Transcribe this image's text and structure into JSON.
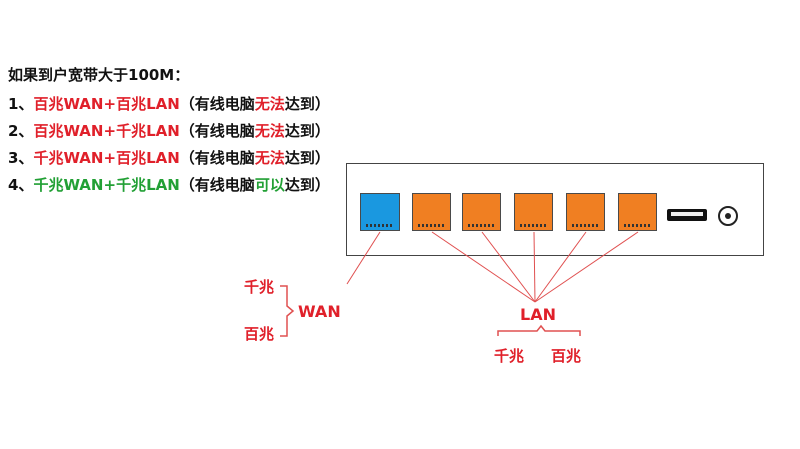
{
  "intro": "如果到户宽带大于100M：",
  "items": [
    {
      "num": "1、",
      "wan": "百兆WAN",
      "plus": "+",
      "lan": "百兆LAN",
      "paren_open": "（有线电脑",
      "result": "无法",
      "paren_close": "达到）",
      "wan_color": "#e0202a",
      "plus_color": "#e0202a",
      "lan_color": "#e0202a",
      "result_color": "#e0202a"
    },
    {
      "num": "2、",
      "wan": "百兆WAN",
      "plus": "+",
      "lan": "千兆LAN",
      "paren_open": "（有线电脑",
      "result": "无法",
      "paren_close": "达到）",
      "wan_color": "#e0202a",
      "plus_color": "#e0202a",
      "lan_color": "#e0202a",
      "result_color": "#e0202a"
    },
    {
      "num": "3、",
      "wan": "千兆WAN",
      "plus": "+",
      "lan": "百兆LAN",
      "paren_open": "（有线电脑",
      "result": "无法",
      "paren_close": "达到）",
      "wan_color": "#e0202a",
      "plus_color": "#e0202a",
      "lan_color": "#e0202a",
      "result_color": "#e0202a"
    },
    {
      "num": "4、",
      "wan": "千兆WAN",
      "plus": "+",
      "lan": "千兆LAN",
      "paren_open": "（有线电脑",
      "result": "可以",
      "paren_close": "达到）",
      "wan_color": "#22a035",
      "plus_color": "#22a035",
      "lan_color": "#22a035",
      "result_color": "#22a035"
    }
  ],
  "wan_group": {
    "top": "千兆",
    "bottom": "百兆",
    "label": "WAN"
  },
  "lan_group": {
    "label": "LAN",
    "left": "千兆",
    "right": "百兆"
  },
  "colors": {
    "wan_port": "#1a98e0",
    "lan_port": "#f07f22",
    "line": "#e05050",
    "highlight_red": "#e0202a",
    "highlight_green": "#22a035"
  }
}
